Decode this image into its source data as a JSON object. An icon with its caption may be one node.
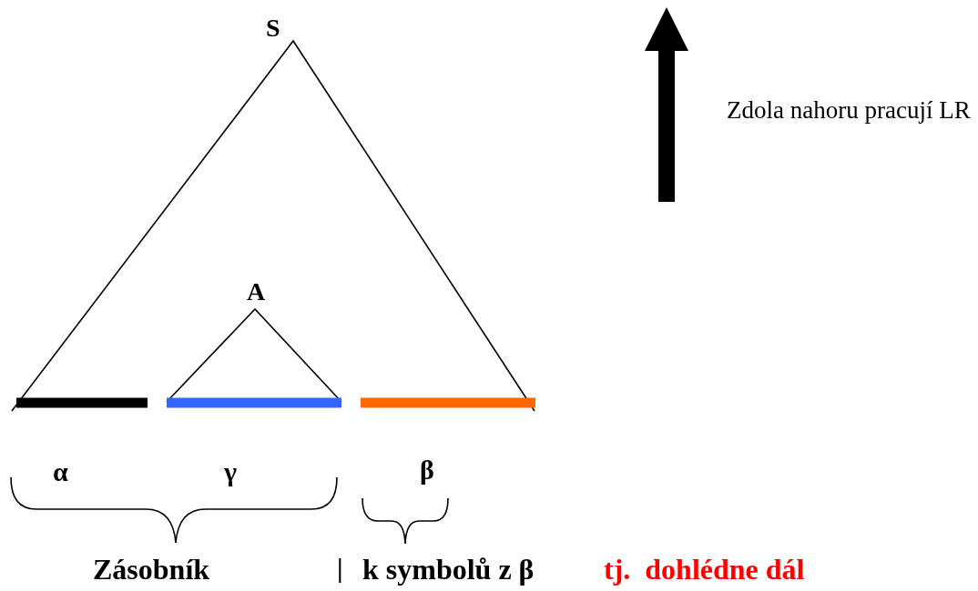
{
  "diagram": {
    "labels": [
      "S",
      "A",
      "α",
      "γ",
      "β",
      "Zásobník",
      "|",
      "k symbolů z β",
      "tj.  dohlédne dál",
      "Zdola nahoru pracují LR"
    ]
  }
}
